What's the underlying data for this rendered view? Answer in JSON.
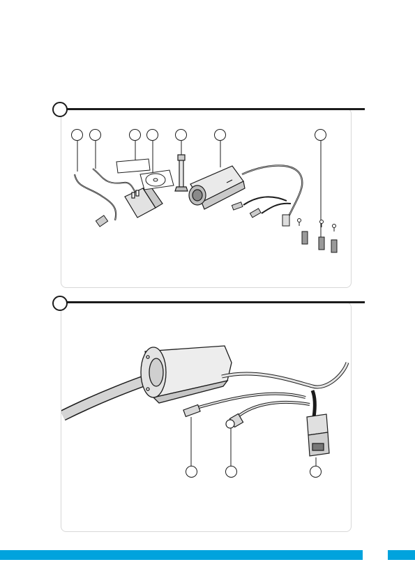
{
  "page": {
    "accent_color": "#00a3dd",
    "page_number": ""
  },
  "section_1": {
    "badge": "",
    "callouts": [
      "",
      "",
      "",
      "",
      "",
      "",
      ""
    ],
    "items": [
      "power-cable",
      "network-cable",
      "manual-card",
      "cd-rom",
      "antenna",
      "bullet-camera",
      "mounting-kit"
    ]
  },
  "section_2": {
    "badge": "",
    "callouts": [
      "",
      "",
      ""
    ],
    "items": [
      "power-connector",
      "dc-jack",
      "ethernet-port"
    ]
  }
}
